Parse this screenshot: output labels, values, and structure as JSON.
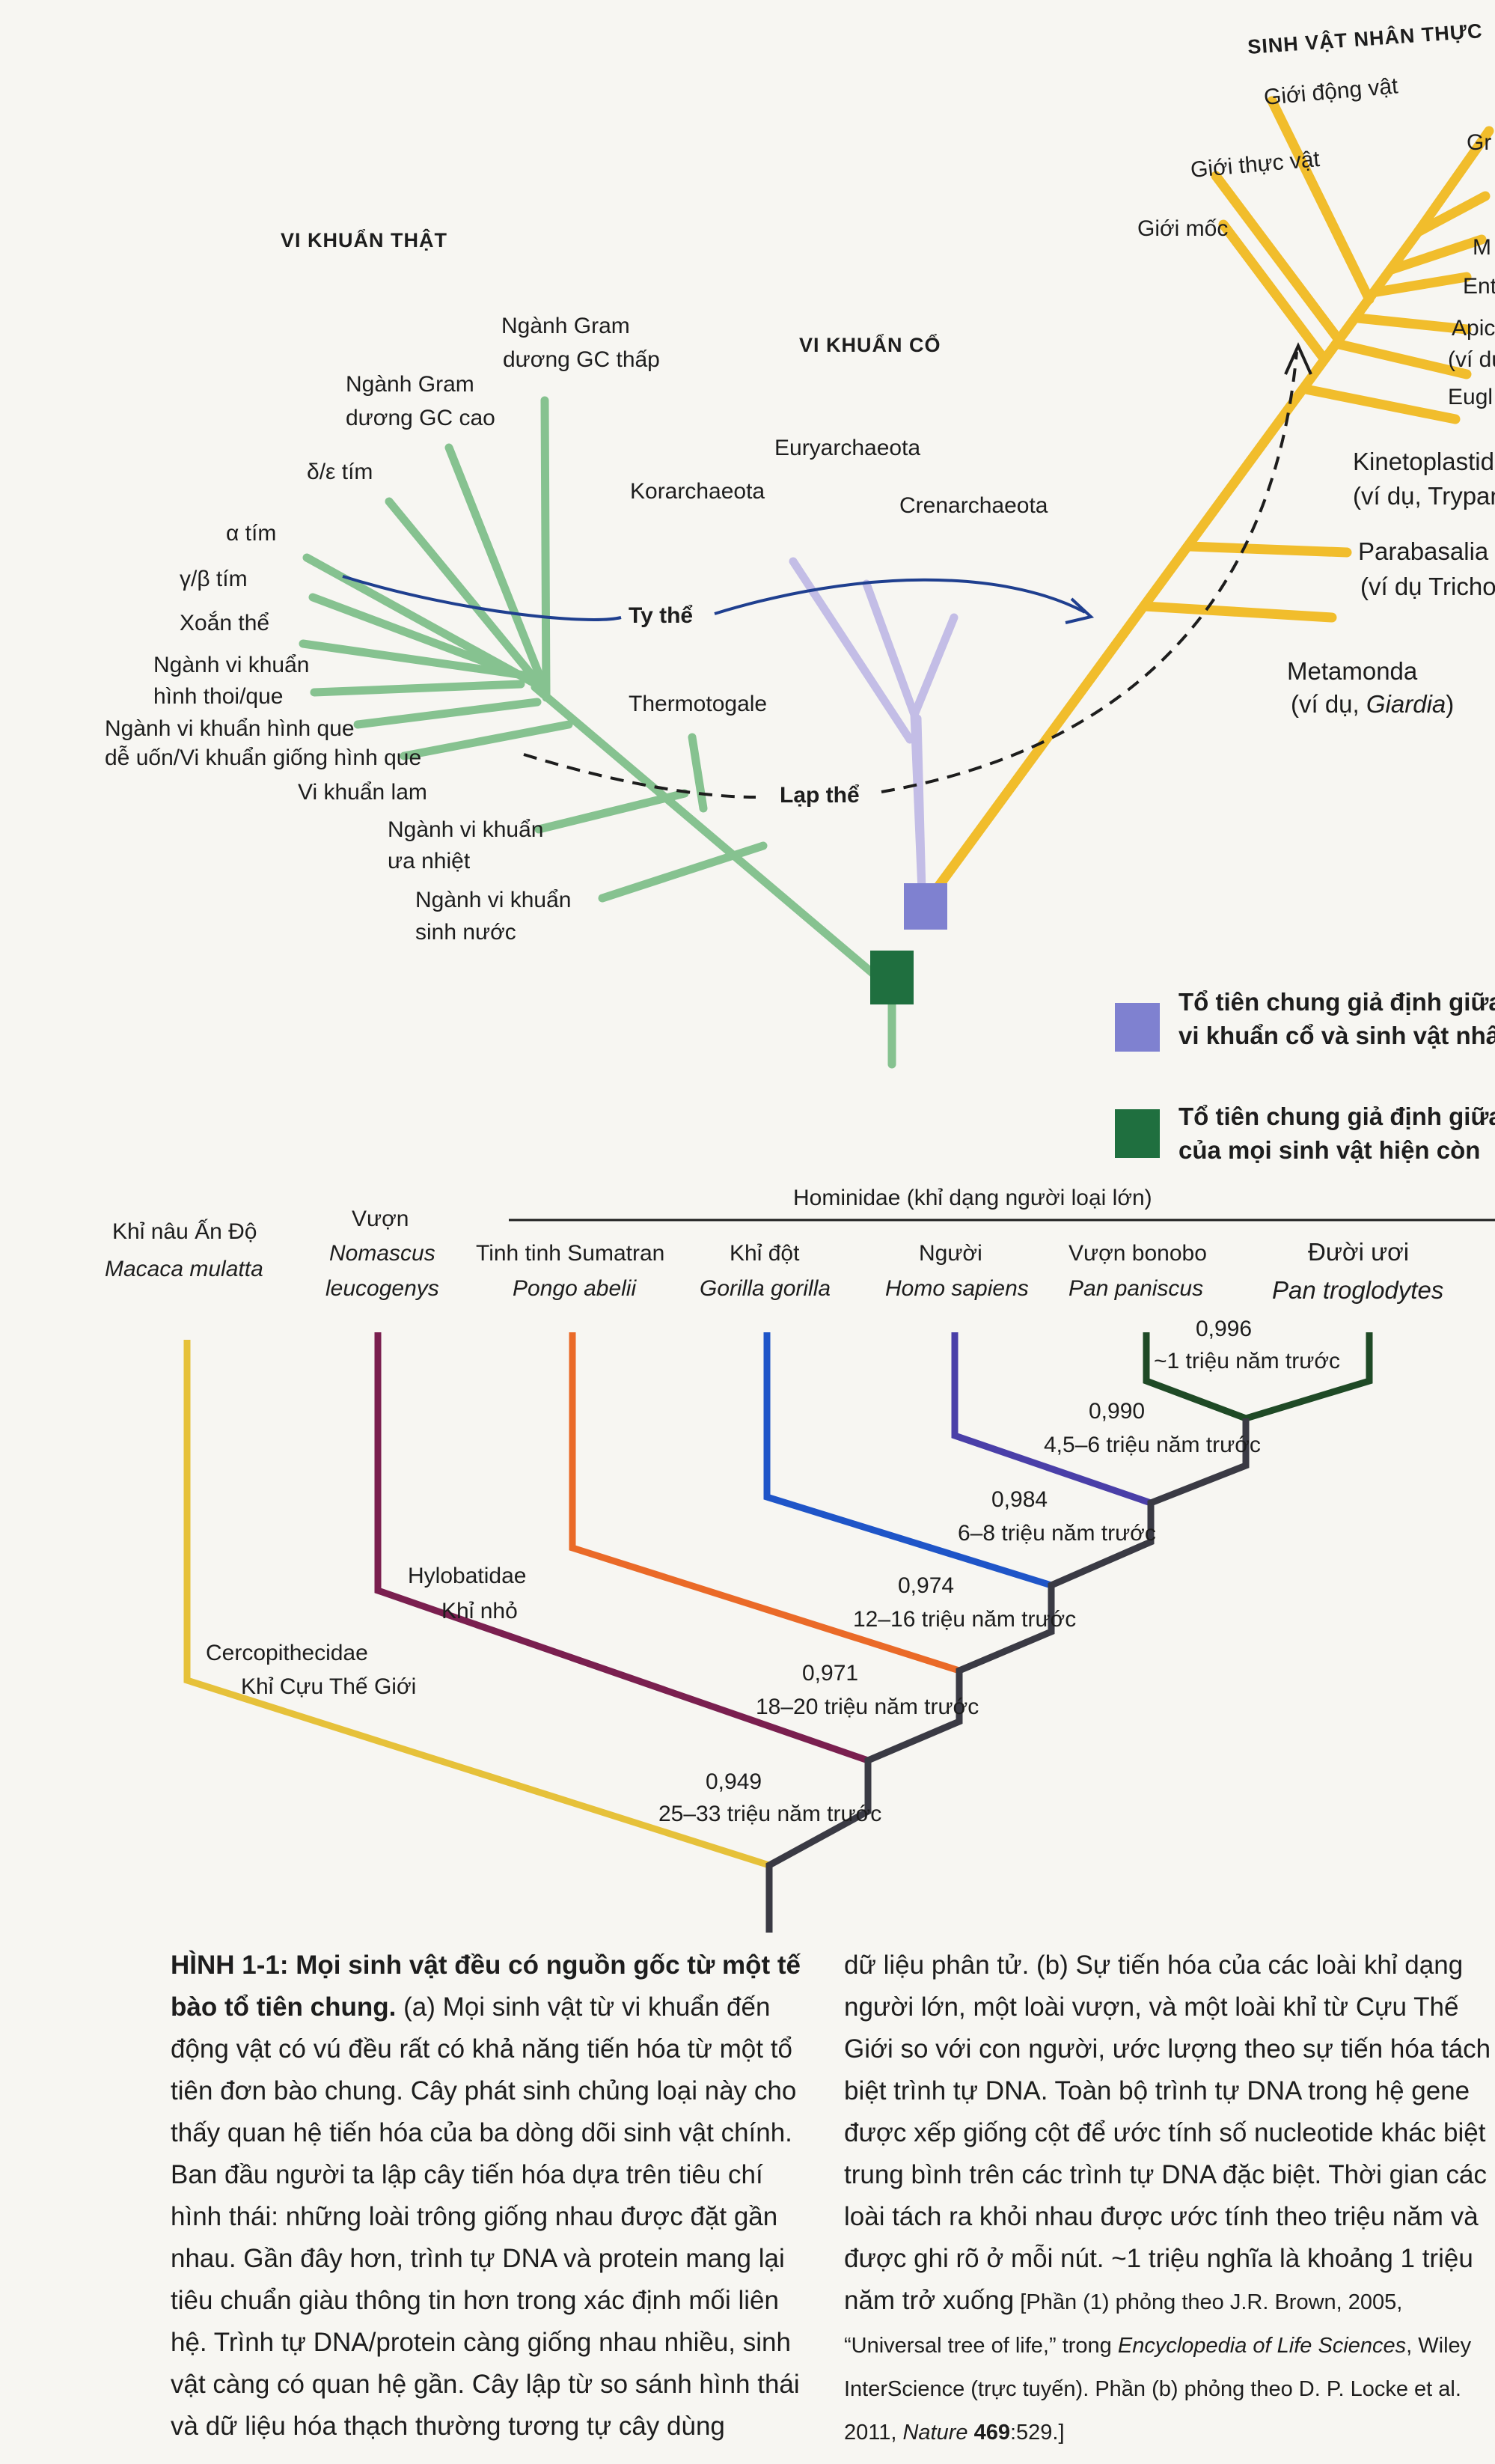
{
  "part_a": {
    "headers": {
      "bacteria": "VI KHUẨN THẬT",
      "archaea": "VI KHUẨN CỔ",
      "eukarya": "SINH VẬT NHÂN THỰC"
    },
    "bacteria_groups": [
      "Ngành Gram",
      "dương GC thấp",
      "Ngành Gram",
      "dương GC cao",
      "δ/ε tím",
      "α tím",
      "γ/β tím",
      "Xoắn thể",
      "Ngành vi khuẩn",
      "hình thoi/que",
      "Ngành vi khuẩn hình que",
      "dễ uốn/Vi khuẩn giống hình que",
      "Vi khuẩn lam",
      "Thermotogale",
      "Ngành vi khuẩn",
      "ưa nhiệt",
      "Ngành vi khuẩn",
      "sinh nước"
    ],
    "archaea_groups": [
      "Euryarchaeota",
      "Korarchaeota",
      "Crenarchaeota"
    ],
    "eukarya_groups": [
      "Giới động vật",
      "Giới thực vật",
      "Giới mốc",
      "Kinetoplastida",
      "(ví dụ, Trypanosoma)",
      "Parabasalia",
      "(ví dụ Trichomonas)",
      "Metamonda",
      "(ví dụ, ",
      "Giardia",
      ")"
    ],
    "eukarya_cut_labels": [
      "Gr",
      "M",
      "Ent",
      "Apico",
      "(ví dụ",
      "Eugl"
    ],
    "events": {
      "mitochondria": "Ty thể",
      "plastid": "Lạp thể"
    },
    "legend": {
      "archaea_eukarya": [
        "Tổ tiên chung giả định giữa",
        "vi khuẩn cổ và sinh vật nhân thực"
      ],
      "all_life": [
        "Tổ tiên chung giả định giữa",
        "của mọi sinh vật hiện còn"
      ]
    },
    "colors": {
      "bacteria": "#86c290",
      "archaea": "#c3bde6",
      "eukarya": "#f1bd2c",
      "mitochondria_arrow": "#1f3f8f",
      "plastid_arrow": "#1d1d1d",
      "archaea_eukarya_node": "#7f81d0",
      "all_life_node": "#1f6f3f"
    }
  },
  "part_b": {
    "family_label": "Hominidae (khỉ dạng người loại lớn)",
    "species": [
      {
        "common": "Khỉ nâu Ấn Độ",
        "latin": "Macaca mulatta",
        "color": "#e6c13a"
      },
      {
        "common": "Vượn",
        "latin": "Nomascus leucogenys",
        "color": "#7a1f4f"
      },
      {
        "common": "Tinh tinh Sumatran",
        "latin": "Pongo abelii",
        "color": "#ea6a28"
      },
      {
        "common": "Khỉ đột",
        "latin": "Gorilla gorilla",
        "color": "#1f55c8"
      },
      {
        "common": "Người",
        "latin": "Homo sapiens",
        "color": "#4a3fa8"
      },
      {
        "common": "Vượn bonobo",
        "latin": "Pan paniscus",
        "color": "#1f4a26"
      },
      {
        "common": "Đười ươi",
        "latin": "Pan troglodytes",
        "color": "#1f4a26"
      }
    ],
    "group_labels": {
      "hylobatidae": [
        "Hylobatidae",
        "Khỉ nhỏ"
      ],
      "cercopithecidae": [
        "Cercopithecidae",
        "Khỉ Cựu Thế Giới"
      ]
    },
    "nodes": [
      {
        "identity": "0,996",
        "time": "~1 triệu năm trước"
      },
      {
        "identity": "0,990",
        "time": "4,5–6 triệu năm trước"
      },
      {
        "identity": "0,984",
        "time": "6–8 triệu năm trước"
      },
      {
        "identity": "0,974",
        "time": "12–16 triệu năm trước"
      },
      {
        "identity": "0,971",
        "time": "18–20 triệu năm trước"
      },
      {
        "identity": "0,949",
        "time": "25–33 triệu năm trước"
      }
    ],
    "trunk_color": "#3a3a44"
  },
  "caption": {
    "col1_title": "HÌNH 1-1: Mọi sinh vật đều có nguồn gốc từ một tế bào tổ tiên chung.",
    "col1_body": " (a) Mọi sinh vật từ vi khuẩn đến động vật có vú đều rất có khả năng tiến hóa từ một tổ tiên đơn bào chung. Cây phát sinh chủng loại này cho thấy quan hệ tiến hóa của ba dòng dõi sinh vật chính. Ban đầu người ta lập cây tiến hóa dựa trên tiêu chí hình thái: những loài trông giống nhau được đặt gần nhau. Gần đây hơn, trình tự DNA và protein mang lại tiêu chuẩn giàu thông tin hơn trong xác định mối liên hệ. Trình tự DNA/protein càng giống nhau nhiều, sinh vật càng có quan hệ gần. Cây lập từ so sánh hình thái và dữ liệu hóa thạch thường tương tự cây dùng",
    "col2_body": "dữ liệu phân tử. (b) Sự tiến hóa của các loài khỉ dạng người lớn, một loài vượn, và một loài khỉ từ Cựu Thế Giới so với con người, ước lượng theo sự tiến hóa tách biệt trình tự DNA. Toàn bộ trình tự DNA trong hệ gene được xếp giống cột để ước tính số nucleotide khác biệt trung bình trên các trình tự DNA đặc biệt. Thời gian các loài tách ra khỏi nhau được ước tính theo triệu năm và được ghi rõ ở mỗi nút. ~1 triệu nghĩa là khoảng 1 triệu năm trở xuống",
    "ref_1": " [Phần (1) phỏng theo J.R. Brown, 2005, “Universal tree of life,” trong ",
    "ref_journal_1": "Encyclopedia of Life Sciences",
    "ref_2": ", Wiley InterScience (trực tuyến). Phần (b) phỏng theo D. P. Locke et al. 2011, ",
    "ref_journal_2": "Nature",
    "ref_volume": " 469",
    "ref_3": ":529.]"
  }
}
